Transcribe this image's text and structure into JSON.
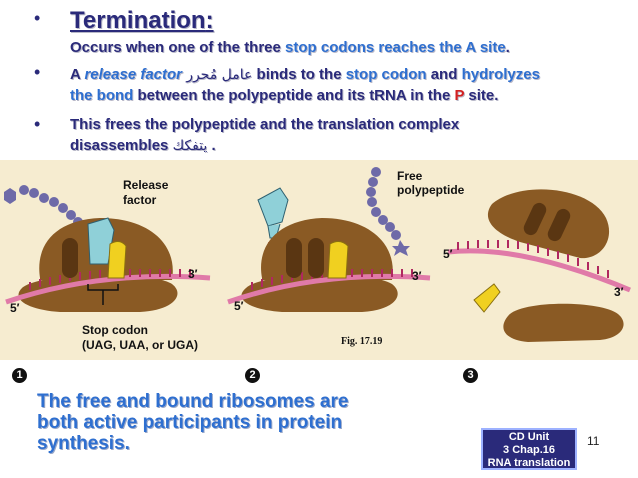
{
  "slide": {
    "heading": "Termination",
    "heading_suffix": ":",
    "subline_a": "Occurs when one of the three ",
    "subline_b": "stop codons reaches the ",
    "subline_c": "A site",
    "subline_d": ".",
    "b2_a": "A ",
    "b2_b": "release factor",
    "b2_ar": "عامل مُحرر",
    "b2_c": " binds to the ",
    "b2_d": "stop codon",
    "b2_e": " and ",
    "b2_f": "hydrolyzes",
    "b2_g": "the bond",
    "b2_h": " between the polypeptide and its tRNA in the ",
    "b2_i": "P",
    "b2_j": " site.",
    "b3_a": "This frees the polypeptide and the translation complex",
    "b3_b": "disassembles ",
    "b3_ar": "يتفكك",
    "b3_c": " .",
    "bullet_glyph": "•"
  },
  "figure": {
    "release_factor_line1": "Release",
    "release_factor_line2": "factor",
    "free_line1": "Free",
    "free_line2": "polypeptide",
    "stop_line1": "Stop codon",
    "stop_line2": "(UAG, UAA, or UGA)",
    "end3": "3′",
    "end5": "5′",
    "fig_ref": "Fig. 17.19",
    "step1": "1",
    "step2": "2",
    "step3": "3"
  },
  "footer": {
    "summary_line1": "The free and bound ribosomes are",
    "summary_line2": "both active participants in protein",
    "summary_line3": "synthesis.",
    "badge_line1": "CD Unit",
    "badge_line2": "3 Chap.16",
    "badge_line3": "RNA translation",
    "page_number": "11"
  },
  "colors": {
    "title_text": "#2a2a7a",
    "highlight_blue": "#2e6fd0",
    "highlight_red": "#d32020",
    "ribosome": "#8a5a24",
    "mrna": "#e07aa8",
    "figure_background": "#f6ecd0",
    "release_factor": "#8fd0d8",
    "trna": "#f0d020",
    "polypeptide": "#6e6aa8"
  }
}
